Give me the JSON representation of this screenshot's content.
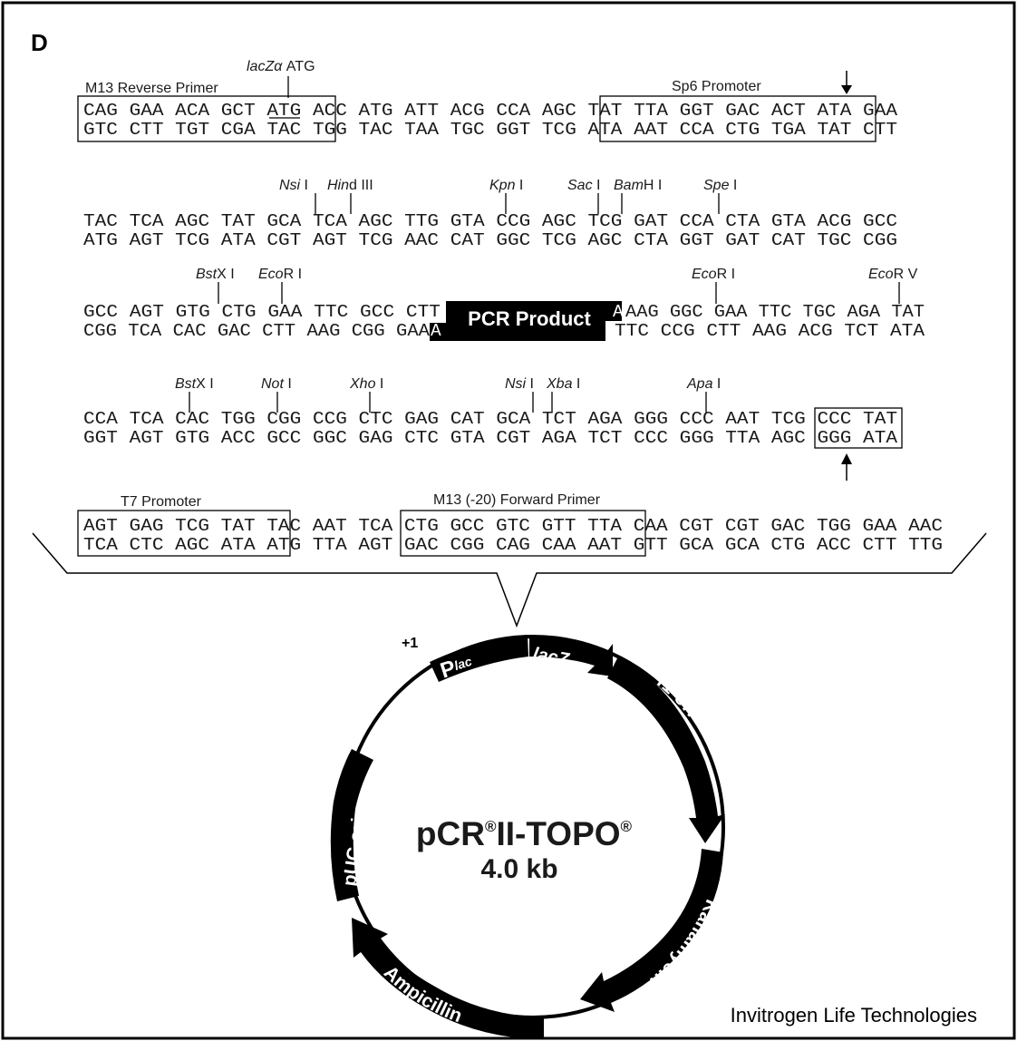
{
  "panel_letter": "D",
  "credit": "Invitrogen Life Technologies",
  "sequence_rows": [
    {
      "top": "CAG GAA ACA GCT ATG ACC ATG ATT ACG CCA AGC TAT TTA GGT GAC ACT ATA GAA",
      "bottom": "GTC CTT TGT CGA TAC TGG TAC TAA TGC GGT TCG ATA AAT CCA CTG TGA TAT CTT"
    },
    {
      "top": "TAC TCA AGC TAT GCA TCA AGC TTG GTA CCG AGC TCG GAT CCA CTA GTA ACG GCC",
      "bottom": "ATG AGT TCG ATA CGT AGT TCG AAC CAT GGC TCG AGC CTA GGT GAT CAT TGC CGG"
    },
    {
      "top": "GCC AGT GTG CTG GAA TTC GCC CTT",
      "bottom": "CGG TCA CAC GAC CTT AAG CGG GAA",
      "top_right": "AAG GGC GAA TTC TGC AGA TAT",
      "bottom_right": "TTC CCG CTT AAG ACG TCT ATA",
      "overhang_top": "A",
      "overhang_bottom": "A"
    },
    {
      "top": "CCA TCA CAC TGG CGG CCG CTC GAG CAT GCA TCT AGA GGG CCC AAT TCG CCC TAT",
      "bottom": "GGT AGT GTG ACC GCC GGC GAG CTC GTA CGT AGA TCT CCC GGG TTA AGC GGG ATA"
    },
    {
      "top": "AGT GAG TCG TAT TAC AAT TCA CTG GCC GTC GTT TTA CAA CGT CGT GAC TGG GAA AAC",
      "bottom": "TCA CTC AGC ATA ATG TTA AGT GAC CGG CAG CAA AAT GTT GCA GCA CTG ACC CTT TTG"
    }
  ],
  "labels": {
    "m13_reverse": "M13 Reverse Primer",
    "lacz_atg_italic": "lacZα",
    "lacz_atg_rest": " ATG",
    "sp6": "Sp6 Promoter",
    "t7": "T7 Promoter",
    "m13_forward": "M13 (-20) Forward Primer",
    "pcr_product": "PCR Product"
  },
  "sites": [
    {
      "it": "Nsi",
      "rest": " I"
    },
    {
      "it": "Hin",
      "rest": "d III"
    },
    {
      "it": "Kpn",
      "rest": " I"
    },
    {
      "it": "Sac",
      "rest": " I"
    },
    {
      "it": "Bam",
      "rest": "H I"
    },
    {
      "it": "Spe",
      "rest": " I"
    },
    {
      "it": "Bst",
      "rest": "X I"
    },
    {
      "it": "Eco",
      "rest": "R I"
    },
    {
      "it": "Eco",
      "rest": "R I"
    },
    {
      "it": "Eco",
      "rest": "R V"
    },
    {
      "it": "Bst",
      "rest": "X I"
    },
    {
      "it": "Not",
      "rest": " I"
    },
    {
      "it": "Xho",
      "rest": " I"
    },
    {
      "it": "Nsi",
      "rest": " I"
    },
    {
      "it": "Xba",
      "rest": " I"
    },
    {
      "it": "Apa",
      "rest": " I"
    }
  ],
  "plasmid": {
    "name_main": "pCR",
    "name_reg": "®",
    "name_mid": "II-TOPO",
    "name_reg2": "®",
    "size": "4.0 kb",
    "plus_one": "+1",
    "plac_main": "P",
    "plac_sub": "lac",
    "lacz": "lacZ",
    "f1_ori": "f1 ori",
    "kanamycin": "Kanamycin",
    "ampicillin": "Ampicillin",
    "puc_ori": "pUC ori"
  }
}
